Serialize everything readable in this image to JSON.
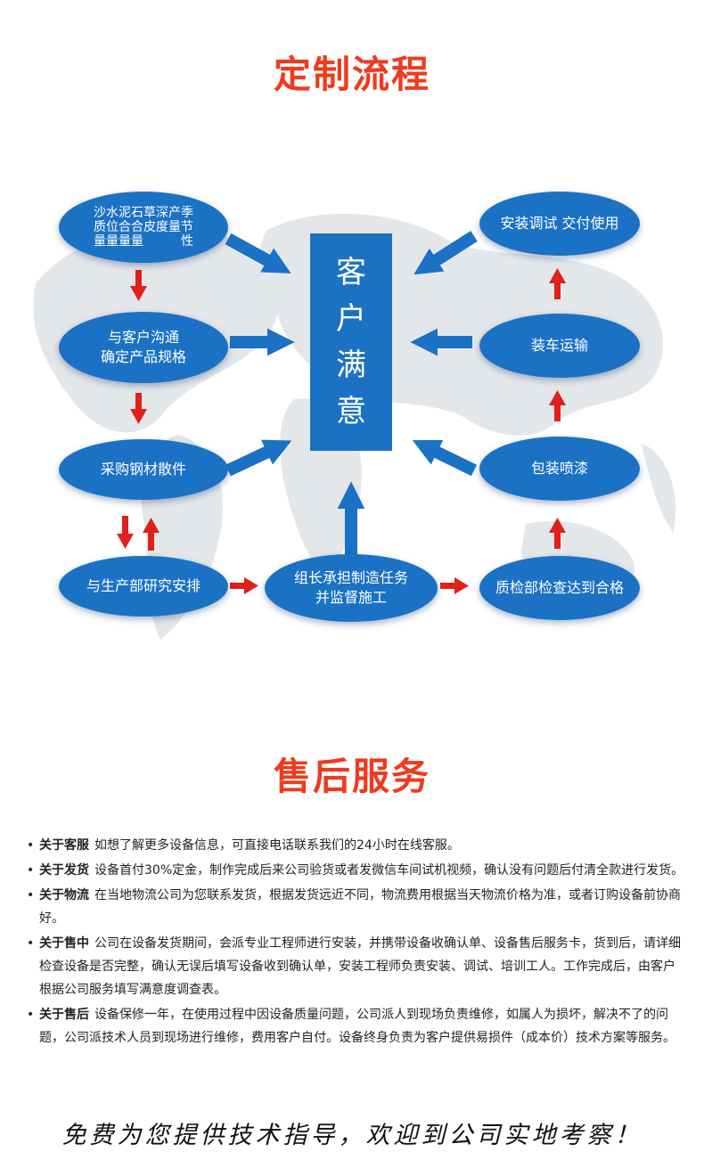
{
  "section1_title": "定制流程",
  "section2_title": "售后服务",
  "center_text": [
    "客",
    "户",
    "满",
    "意"
  ],
  "nodes": {
    "n1": "沙水泥石草深产季\n质位合合皮度量节\n量量量量　　　性",
    "n2": "与客户沟通\n确定产品规格",
    "n3": "采购钢材散件",
    "n4": "与生产部研究安排",
    "n5": "组长承担制造任务\n并监督施工",
    "n6": "质检部检查达到合格",
    "n7": "包装喷漆",
    "n8": "装车运输",
    "n9": "安装调试 交付使用"
  },
  "colors": {
    "node": "#1b72c4",
    "arrow_red": "#e0201a",
    "title": "#f03a1e"
  },
  "services": [
    {
      "label": "关于客服",
      "text": "如想了解更多设备信息，可直接电话联系我们的24小时在线客服。"
    },
    {
      "label": "关于发货",
      "text": "设备首付30%定金，制作完成后来公司验货或者发微信车间试机视频，确认没有问题后付清全款进行发货。"
    },
    {
      "label": "关于物流",
      "text": "在当地物流公司为您联系发货，根据发货远近不同，物流费用根据当天物流价格为准，或者订购设备前协商好。"
    },
    {
      "label": "关于售中",
      "text": "公司在设备发货期间，会派专业工程师进行安装，并携带设备收确认单、设备售后服务卡，货到后，请详细检查设备是否完整，确认无误后填写设备收到确认单，安装工程师负责安装、调试、培训工人。工作完成后，由客户根据公司服务填写满意度调查表。"
    },
    {
      "label": "关于售后",
      "text": "设备保修一年，在使用过程中因设备质量问题，公司派人到现场负责维修，如属人为损坏，解决不了的问题，公司派技术人员到现场进行维修，费用客户自付。设备终身负责为客户提供易损件（成本价）技术方案等服务。"
    }
  ],
  "footer": "免费为您提供技术指导，欢迎到公司实地考察！"
}
